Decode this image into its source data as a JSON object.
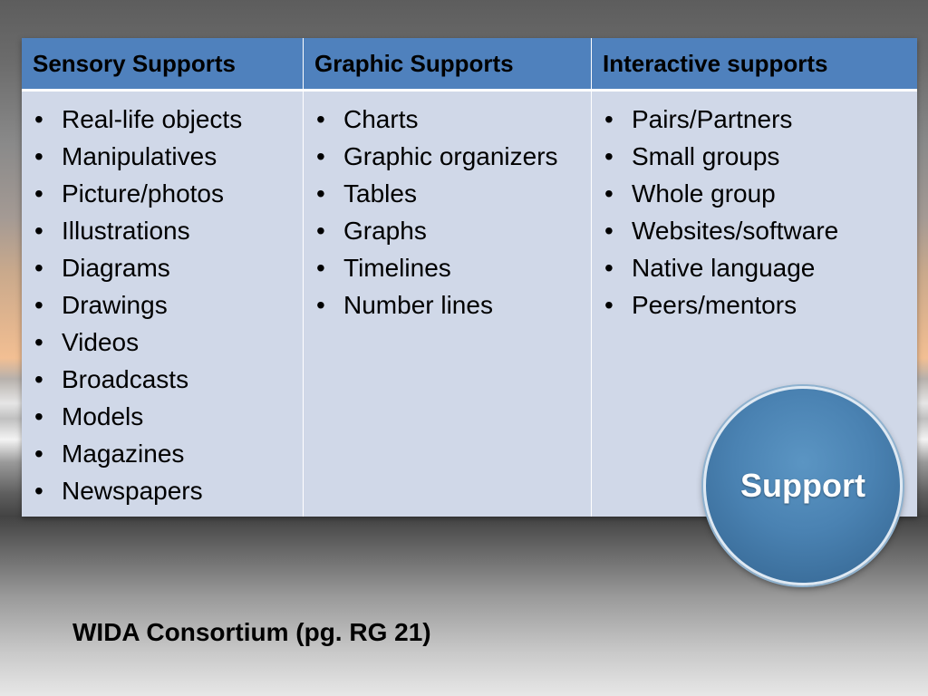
{
  "table": {
    "headers": [
      "Sensory Supports",
      "Graphic Supports",
      "Interactive supports"
    ],
    "columns": [
      [
        "Real-life objects",
        "Manipulatives",
        "Picture/photos",
        "Illustrations",
        "Diagrams",
        "Drawings",
        "Videos",
        "Broadcasts",
        "Models",
        "Magazines",
        "Newspapers"
      ],
      [
        "Charts",
        "Graphic organizers",
        "Tables",
        "Graphs",
        "Timelines",
        "Number lines"
      ],
      [
        "Pairs/Partners",
        "Small groups",
        "Whole group",
        "Websites/software",
        "Native language",
        "Peers/mentors"
      ]
    ]
  },
  "badge": {
    "label": "Support"
  },
  "footer": {
    "citation": "WIDA Consortium (pg. RG 21)"
  },
  "colors": {
    "header_fill": "#4f81bd",
    "cell_fill": "#d0d8e8",
    "badge_fill": "#4a82b2"
  }
}
